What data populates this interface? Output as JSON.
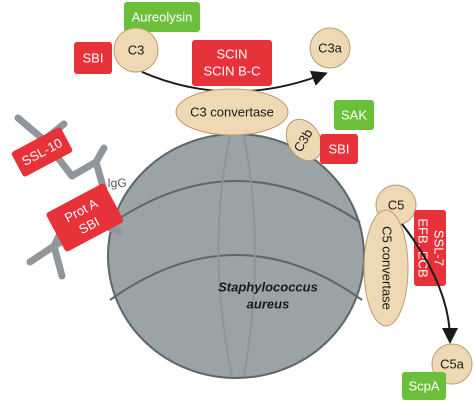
{
  "colors": {
    "red": "#e8323a",
    "green": "#6cbf3b",
    "tan": "#efd9b4",
    "bacterium": "#9aa3a6",
    "antibody": "#909699"
  },
  "labels": {
    "aureolysin": "Aureolysin",
    "sbi_top": "SBI",
    "c3": "C3",
    "scin_line1": "SCIN",
    "scin_line2": "SCIN B-C",
    "c3a": "C3a",
    "c3_convertase": "C3 convertase",
    "c3b": "C3b",
    "sak": "SAK",
    "sbi_right": "SBI",
    "ssl10": "SSL-10",
    "igg": "IgG",
    "prota_line1": "Prot A",
    "prota_line2": "SBI",
    "c5": "C5",
    "c5_convertase": "C5 convertase",
    "efb_line1": "EFB, ECB",
    "efb_line2": "SSL-7",
    "organism_line1": "Staphylococcus",
    "organism_line2": "aureus",
    "c5a": "C5a",
    "scpa": "ScpA"
  }
}
